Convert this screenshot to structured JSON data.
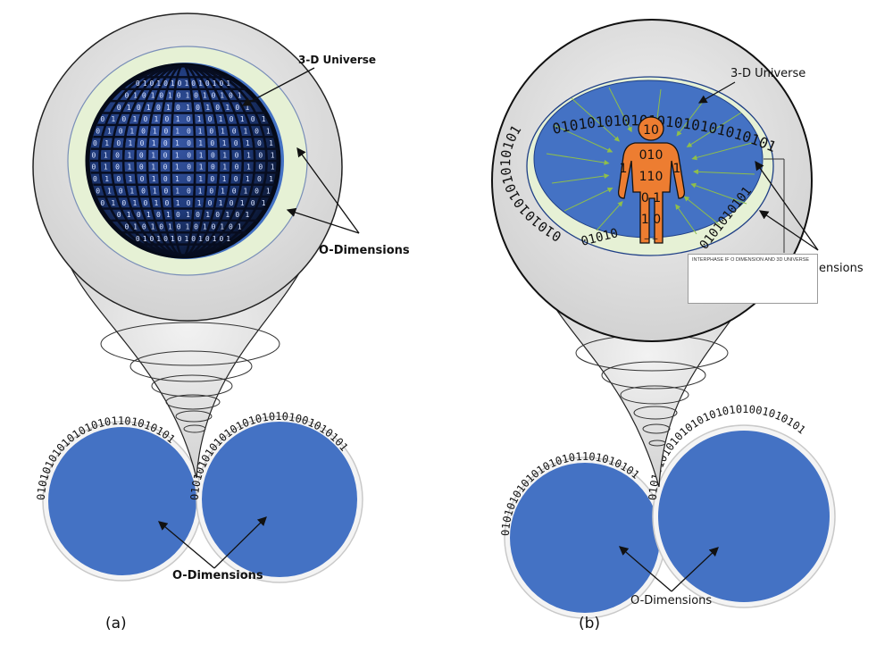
{
  "panel_a": {
    "tag": "(a)",
    "universe_label": "3-D Universe",
    "o_dim_label_upper": "O-Dimensions",
    "o_dim_label_lower": "O-Dimensions",
    "sphere_digits": [
      "0",
      "1"
    ],
    "ring_text_left": "010101010101010101101010101",
    "ring_text_right": "0101010101010101010101001010101"
  },
  "panel_b": {
    "tag": "(b)",
    "universe_label": "3-D Universe",
    "o_dim_label_partial": "ensions",
    "o_dim_label_lower": "O-Dimensions",
    "interphase_note": "INTERPHASE IF O DIMENSION AND 3D UNIVERSE",
    "ring_text_upper": "0101010101010101010101010101",
    "ring_text_left": "0101010101010101",
    "ring_text_bottom": "01010",
    "ring_text_right": "0101010101",
    "body_digits": {
      "head": "10",
      "chest": "010",
      "left_arm": "1",
      "right_arm": "1",
      "belly": "110",
      "legs_row1": "0 1",
      "legs_row2": "1 0",
      "feet": "_ _"
    },
    "ring_text_left_bottom": "010101010101010101101010101",
    "ring_text_right_bottom": "0101010101010101010101001010101"
  },
  "colors": {
    "blue": "#4472c4",
    "dark_blue": "#1f3f86",
    "orange": "#ed7d31",
    "pale_green": "#e6f1d5",
    "gray": "#e8e8e8",
    "arrow_green": "#8fbf4a"
  }
}
